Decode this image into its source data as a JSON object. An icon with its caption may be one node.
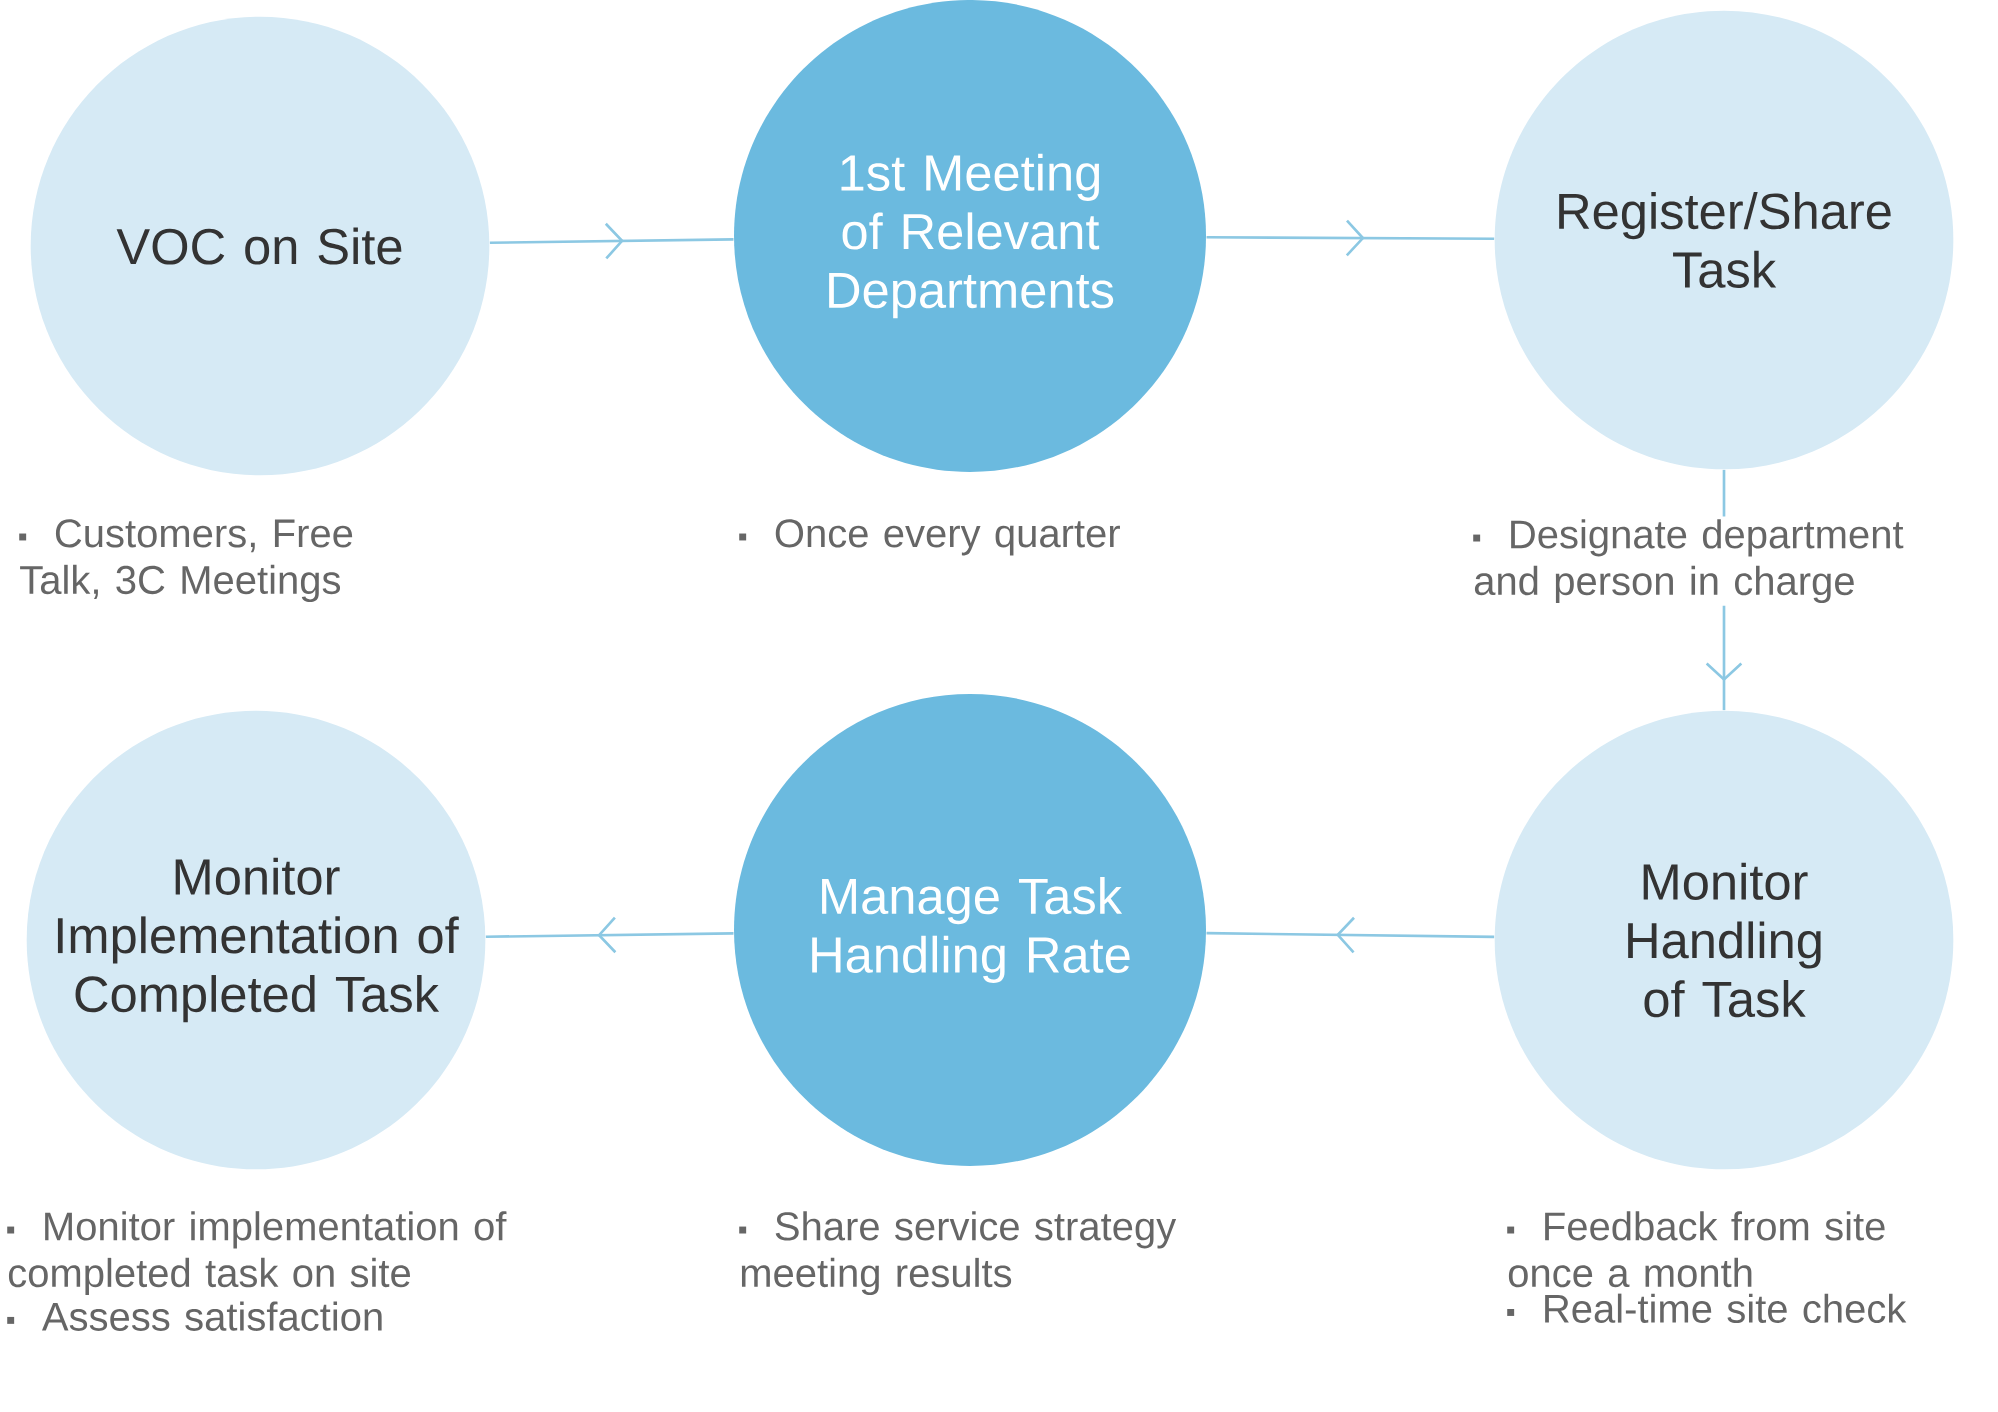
{
  "diagram": {
    "nodes": [
      {
        "text": [
          "VOC on Site"
        ],
        "beside": [
          "Customers, Free Talk, 3C Meetings"
        ]
      },
      {
        "text": [
          "1st Meeting of Relevant Departments"
        ],
        "beside": [
          "Once every quarter"
        ]
      },
      {
        "text": [
          "Register/Share Task"
        ],
        "beside": [
          "Designate department and person in charge"
        ]
      },
      {
        "text": [
          "Monitor Handling of Task"
        ],
        "beside": [
          "Feedback from site once a month",
          "Real-time site check"
        ]
      },
      {
        "text": [
          "Manage Task Handling Rate"
        ],
        "beside": [
          "Share service strategy meeting results"
        ]
      },
      {
        "text": [
          "Monitor Implementation of Completed Task"
        ],
        "beside": [
          "Monitor implementation of completed task on site",
          "Assess satisfaction"
        ]
      }
    ],
    "edges": [
      {
        "from": 0,
        "to": 1,
        "arrow": "to"
      },
      {
        "from": 1,
        "to": 2,
        "arrow": "to"
      },
      {
        "from": 2,
        "to": 3,
        "arrow": "to"
      },
      {
        "from": 3,
        "to": 4,
        "arrow": "to"
      },
      {
        "from": 4,
        "to": 5,
        "arrow": "to"
      }
    ]
  }
}
